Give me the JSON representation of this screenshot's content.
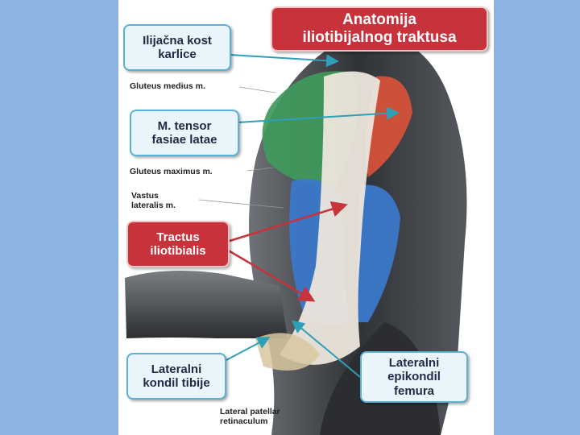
{
  "title": {
    "line1": "Anatomija",
    "line2": "iliotibijalnog traktusa"
  },
  "callouts": {
    "ilijacna": {
      "line1": "Ilijačna kost",
      "line2": "karlice"
    },
    "tensor": {
      "line1": "M. tensor",
      "line2": "fasiae latae"
    },
    "tractus": {
      "line1": "Tractus",
      "line2": "iliotibialis"
    },
    "kondil_tibije": {
      "line1": "Lateralni",
      "line2": "kondil tibije"
    },
    "epikondil": {
      "line1": "Lateralni",
      "line2": "epikondil",
      "line3": "femura"
    }
  },
  "labels": {
    "gluteus_medius": "Gluteus medius m.",
    "gluteus_maximus": "Gluteus maximus m.",
    "vastus": "Vastus\nlateralis m.",
    "lateral_patellar": "Lateral patellar\nretinaculum"
  },
  "colors": {
    "background": "#8db3e2",
    "callout_blue_border": "#5bb0d6",
    "callout_red": "#c8323a",
    "muscle_green": "#3f9a5c",
    "muscle_red": "#d9533a",
    "muscle_blue": "#3b78c9",
    "tract_white": "#ece6dc",
    "body_dark": "#3a3d42"
  }
}
